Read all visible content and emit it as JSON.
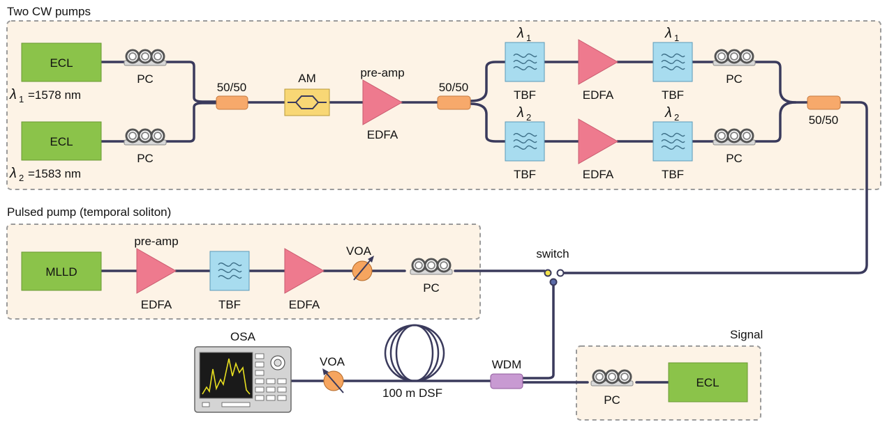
{
  "sections": {
    "cw": "Two CW pumps",
    "pulsed": "Pulsed pump (temporal soliton)",
    "signal": "Signal"
  },
  "labels": {
    "ecl": "ECL",
    "pc": "PC",
    "tbf": "TBF",
    "edfa": "EDFA",
    "pre_amp": "pre-amp",
    "am": "AM",
    "coupler": "50/50",
    "mlld": "MLLD",
    "voa": "VOA",
    "switch": "switch",
    "osa": "OSA",
    "wdm": "WDM",
    "fiber": "100 m DSF",
    "lambda": "λ",
    "sub1": "1",
    "sub2": "2",
    "lambda1_value": "=1578 nm",
    "lambda2_value": "=1583 nm"
  },
  "colors": {
    "panel_fill": "#fdf3e6",
    "panel_border": "#9a9a9a",
    "fiber": "#3a3a5c",
    "laser_source": "#8bc34a",
    "filter": "#a8dcef",
    "amplifier": "#ee7a8e",
    "coupler": "#f7a96b",
    "wdm": "#c89ad2",
    "modulator": "#f8d775",
    "osa_trace": "#e8e020"
  },
  "icons": {
    "polarization_controller": "three-loop-pc-icon",
    "filter": "wavy-filter-icon",
    "amplifier": "triangle-amplifier-icon",
    "attenuator": "circle-arrow-voa-icon",
    "fiber_spool": "fiber-spool-icon",
    "analyzer": "osa-instrument-icon"
  }
}
